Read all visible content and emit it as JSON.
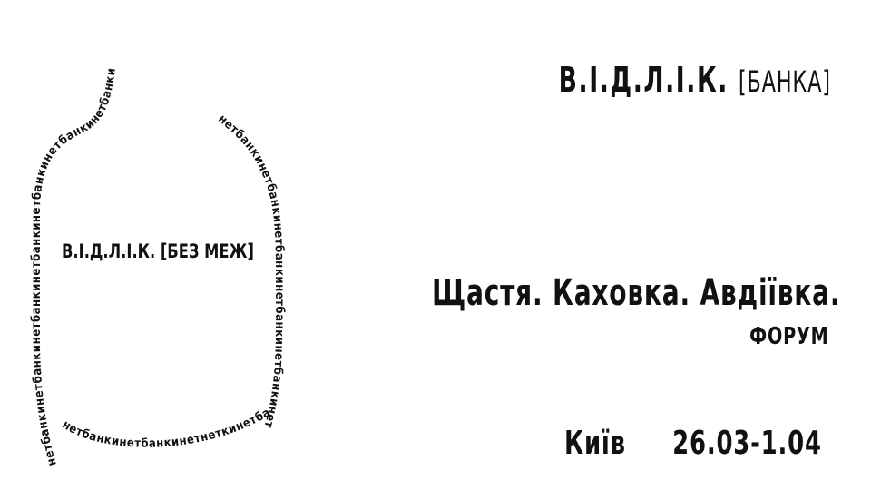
{
  "jar": {
    "center_text": "В.І.Д.Л.І.К. [БЕЗ МЕЖ]",
    "outline_text_left": "нетбанкинетбанкинетбанкинетбанкинетбанкинетбанкинетбанки",
    "outline_text_bottom": "нетбанкинетбанкинетнеткинетбанкинетбанки",
    "outline_text_right": "нетбанкинетбанкинетбанкинетбанкинетбанкинетбанкинетбанки"
  },
  "poster": {
    "title": "В.І.Д.Л.І.К.",
    "title_sub": "[БАНКА]",
    "tagline": "Щастя. Каховка. Авдіївка.",
    "forum_label": "ФОРУМ",
    "city": "Київ",
    "dates": "26.03-1.04"
  }
}
